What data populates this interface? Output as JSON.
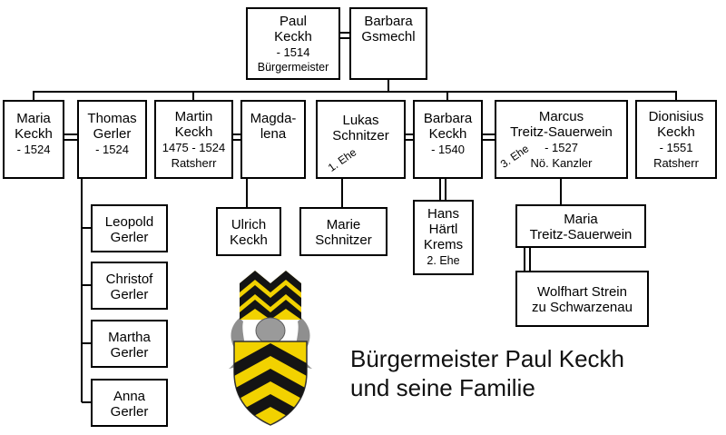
{
  "title": {
    "line1": "Bürgermeister Paul Keckh",
    "line2": "und seine Familie"
  },
  "people": {
    "paul_keckh": {
      "lines": [
        "Paul",
        "Keckh",
        "- 1514",
        "Bürgermeister"
      ]
    },
    "barbara_gsmechl": {
      "lines": [
        "Barbara",
        "Gsmechl"
      ]
    },
    "maria_keckh": {
      "lines": [
        "Maria",
        "Keckh",
        "- 1524"
      ]
    },
    "thomas_gerler": {
      "lines": [
        "Thomas",
        "Gerler",
        "- 1524"
      ]
    },
    "martin_keckh": {
      "lines": [
        "Martin",
        "Keckh",
        "1475 - 1524",
        "Ratsherr"
      ]
    },
    "magdalena": {
      "lines": [
        "Magda-",
        "lena"
      ]
    },
    "lukas_schnitzer": {
      "lines": [
        "Lukas",
        "Schnitzer"
      ],
      "marriage_label": "1. Ehe"
    },
    "barbara_keckh": {
      "lines": [
        "Barbara",
        "Keckh",
        "- 1540"
      ]
    },
    "marcus_treitz_sauerwein": {
      "lines": [
        "Marcus",
        "Treitz-Sauerwein",
        "- 1527",
        "Nö. Kanzler"
      ],
      "marriage_label": "3. Ehe"
    },
    "dionisius_keckh": {
      "lines": [
        "Dionisius",
        "Keckh",
        "- 1551",
        "Ratsherr"
      ]
    },
    "leopold_gerler": {
      "lines": [
        "Leopold",
        "Gerler"
      ]
    },
    "christof_gerler": {
      "lines": [
        "Christof",
        "Gerler"
      ]
    },
    "martha_gerler": {
      "lines": [
        "Martha",
        "Gerler"
      ]
    },
    "anna_gerler": {
      "lines": [
        "Anna",
        "Gerler"
      ]
    },
    "ulrich_keckh": {
      "lines": [
        "Ulrich",
        "Keckh"
      ]
    },
    "marie_schnitzer": {
      "lines": [
        "Marie",
        "Schnitzer"
      ]
    },
    "hans_haertl": {
      "lines": [
        "Hans",
        "Härtl",
        "Krems"
      ],
      "marriage_label": "2. Ehe"
    },
    "maria_treitz_sauerwein": {
      "lines": [
        "Maria",
        "Treitz-Sauerwein"
      ]
    },
    "wolfhart_strein": {
      "lines": [
        "Wolfhart Strein",
        "zu Schwarzenau"
      ]
    }
  },
  "colors": {
    "line_black": "#000000",
    "shield_gold": "#f2d200",
    "charge_black": "#141414",
    "mantling_gray": "#8f8f8f"
  }
}
